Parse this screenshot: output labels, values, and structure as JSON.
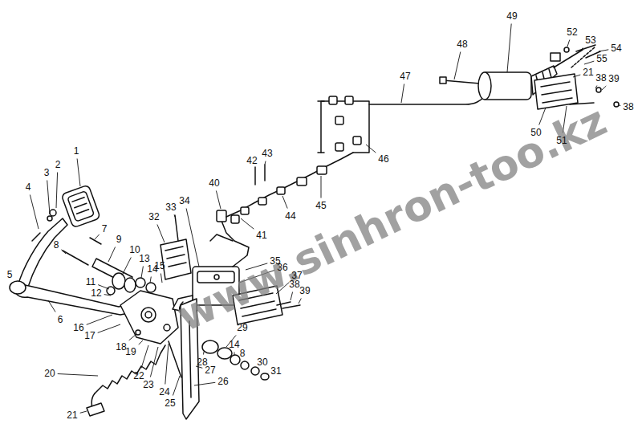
{
  "diagram": {
    "labels": [
      "1",
      "2",
      "3",
      "4",
      "5",
      "6",
      "7",
      "8",
      "9",
      "10",
      "11",
      "12",
      "13",
      "14",
      "15",
      "16",
      "17",
      "18",
      "19",
      "20",
      "21",
      "22",
      "23",
      "24",
      "25",
      "26",
      "27",
      "28",
      "29",
      "14",
      "8",
      "30",
      "31",
      "32",
      "33",
      "34",
      "35",
      "36",
      "37",
      "38",
      "39",
      "40",
      "41",
      "42",
      "43",
      "44",
      "45",
      "46",
      "47",
      "48",
      "49",
      "50",
      "51",
      "52",
      "53",
      "54",
      "55",
      "21",
      "38",
      "39",
      "38",
      "www.sinhron-too.kz"
    ]
  }
}
